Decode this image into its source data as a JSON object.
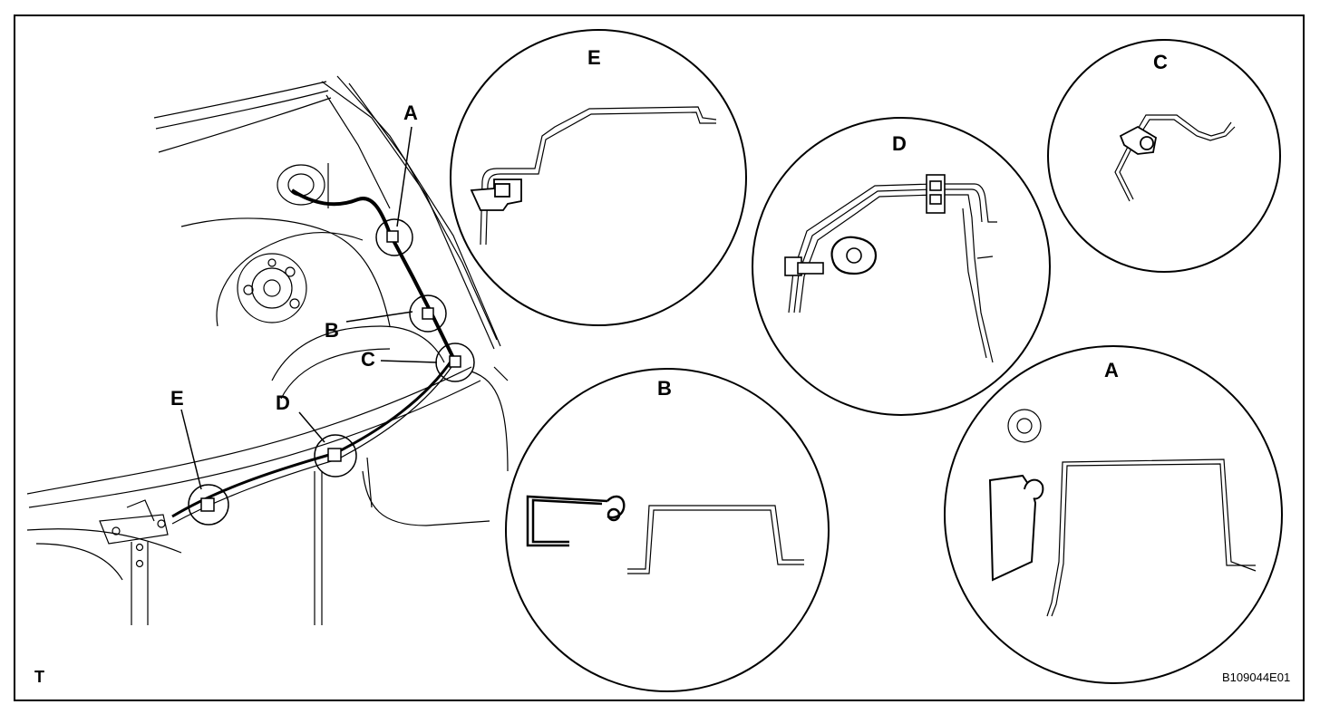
{
  "figure": {
    "corner_mark": "T",
    "figure_code": "B109044E01"
  },
  "callouts": {
    "a": "A",
    "b": "B",
    "c": "C",
    "d": "D",
    "e": "E"
  },
  "details": {
    "e": "E",
    "d": "D",
    "c": "C",
    "b": "B",
    "a": "A"
  }
}
